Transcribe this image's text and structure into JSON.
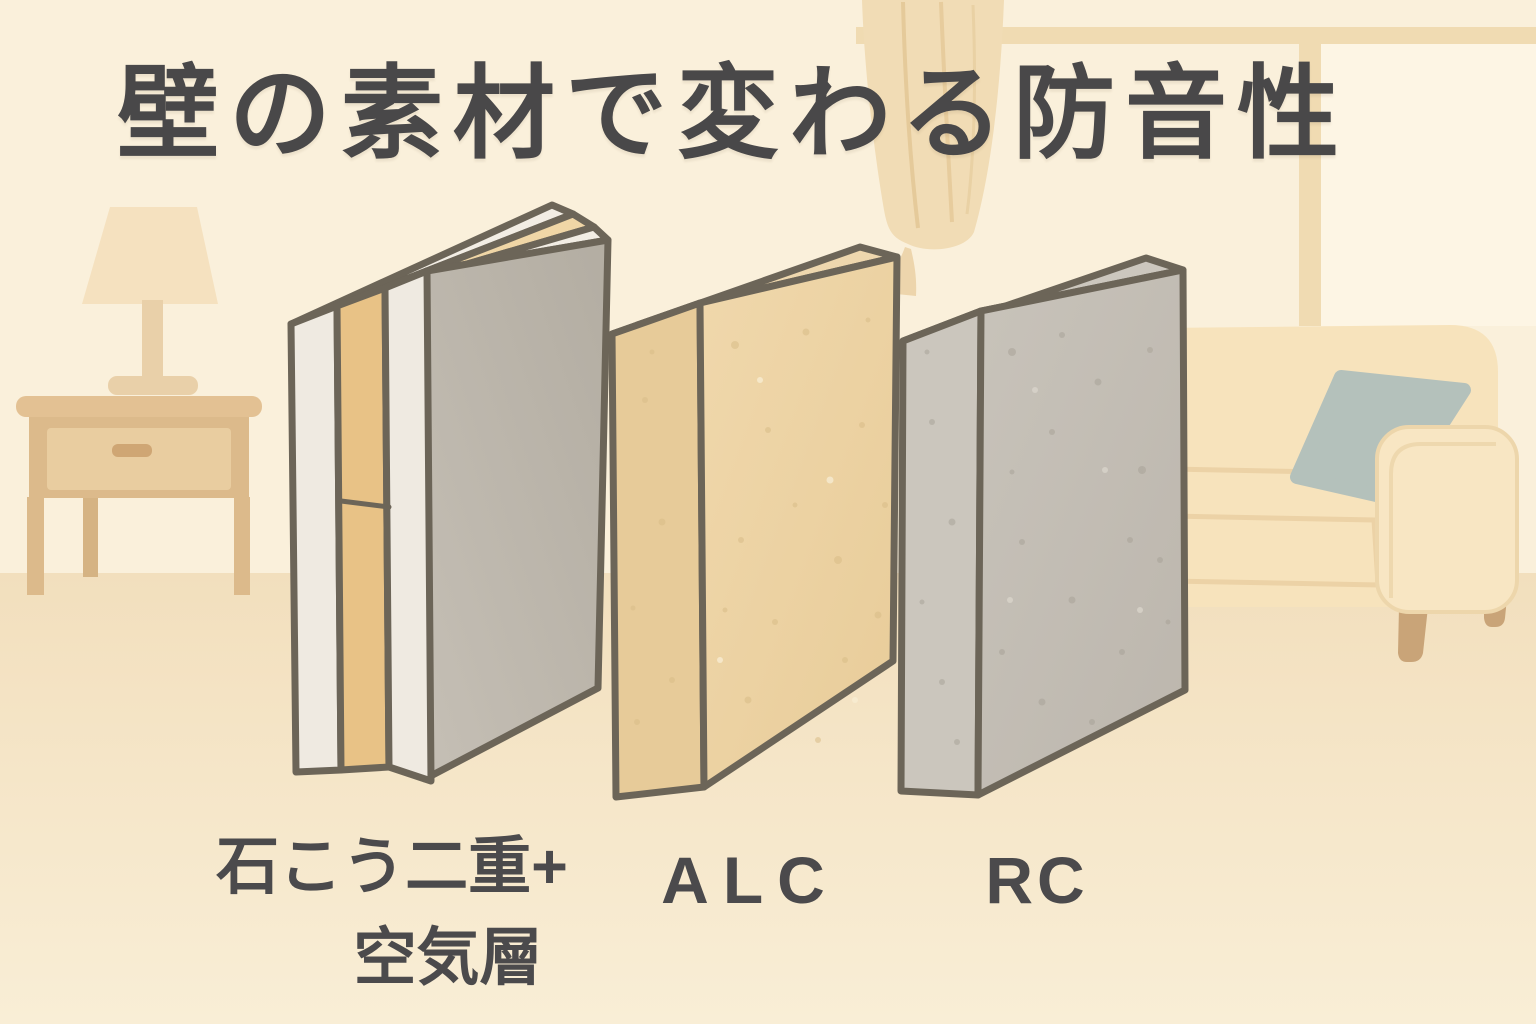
{
  "title": "壁の素材で変わる防音性",
  "panels": [
    {
      "name": "gypsum-double-air-wall",
      "label_line1": "石こう二重+",
      "label_line2": "空気層",
      "layers": [
        "gypsum-board",
        "air-gap",
        "gypsum-board"
      ]
    },
    {
      "name": "alc-wall",
      "label": "ALC"
    },
    {
      "name": "rc-wall",
      "label": "RC"
    }
  ],
  "background_objects": [
    "table-lamp",
    "side-table",
    "window",
    "curtain",
    "sofa",
    "cushion"
  ],
  "palette": {
    "wall": "#faf0db",
    "floor_top": "#f2dfbd",
    "floor_bottom": "#f9eed6",
    "outline": "#6c6558",
    "title_text": "#494849",
    "label_text": "#4b4a4c",
    "gypsum_board": "#efeae1",
    "air_gap": "#e8c286",
    "panel_gray_face": "#bdb7ac",
    "alc_surface": "#ecd3a4",
    "rc_surface": "#c2bcb3",
    "sofa_body": "#f7e3bc",
    "cushion": "#b4c1bb",
    "wood_accent": "#c9a478",
    "window_frame": "#f0dbb2",
    "window_pane": "#fdf5e4",
    "curtain": "#f1dcb5"
  }
}
